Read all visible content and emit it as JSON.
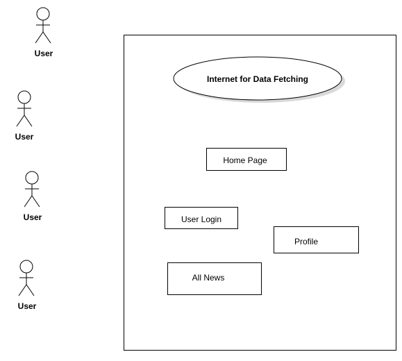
{
  "actors": [
    {
      "label": "User"
    },
    {
      "label": "User"
    },
    {
      "label": "User"
    },
    {
      "label": "User"
    }
  ],
  "use_case": {
    "label": "Internet for Data Fetching"
  },
  "boxes": [
    {
      "label": "Home Page"
    },
    {
      "label": "User Login"
    },
    {
      "label": "Profile"
    },
    {
      "label": "All News"
    }
  ],
  "colors": {
    "stroke": "#000000",
    "shadow": "#d9d9d9",
    "background": "#ffffff"
  }
}
